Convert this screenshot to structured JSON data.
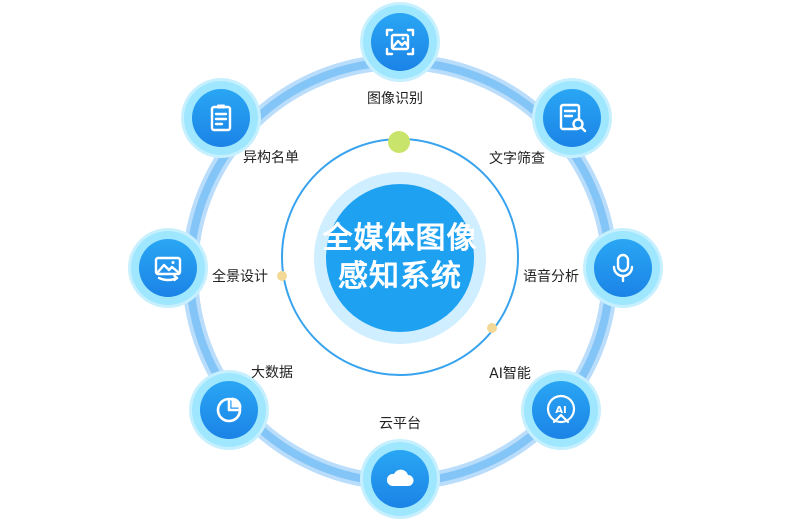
{
  "center": {
    "line1": "全媒体图像",
    "line2": "感知系统"
  },
  "nodes": [
    {
      "id": "image-recognition",
      "label": "图像识别",
      "icon": "image-frame-icon"
    },
    {
      "id": "text-filter",
      "label": "文字筛查",
      "icon": "document-search-icon"
    },
    {
      "id": "speech-analysis",
      "label": "语音分析",
      "icon": "microphone-icon"
    },
    {
      "id": "ai-intelligence",
      "label": "AI智能",
      "icon": "ai-badge-icon"
    },
    {
      "id": "cloud-platform",
      "label": "云平台",
      "icon": "cloud-icon"
    },
    {
      "id": "big-data",
      "label": "大数据",
      "icon": "pie-chart-icon"
    },
    {
      "id": "panorama-design",
      "label": "全景设计",
      "icon": "panorama-image-icon"
    },
    {
      "id": "heterogeneous-list",
      "label": "异构名单",
      "icon": "clipboard-list-icon"
    }
  ],
  "colors": {
    "outer_ring": "#7fc2f7",
    "outer_ring_light": "#b9ddfb",
    "inner_ring": "#37a3ee",
    "center_fill": "#1fa1f2",
    "center_halo": "#cfeeff",
    "node_fill": "#1e8fe9",
    "node_halo": "#9fe6ff",
    "green_dot": "#c8e46a",
    "yellow_dot": "#f3d995"
  }
}
